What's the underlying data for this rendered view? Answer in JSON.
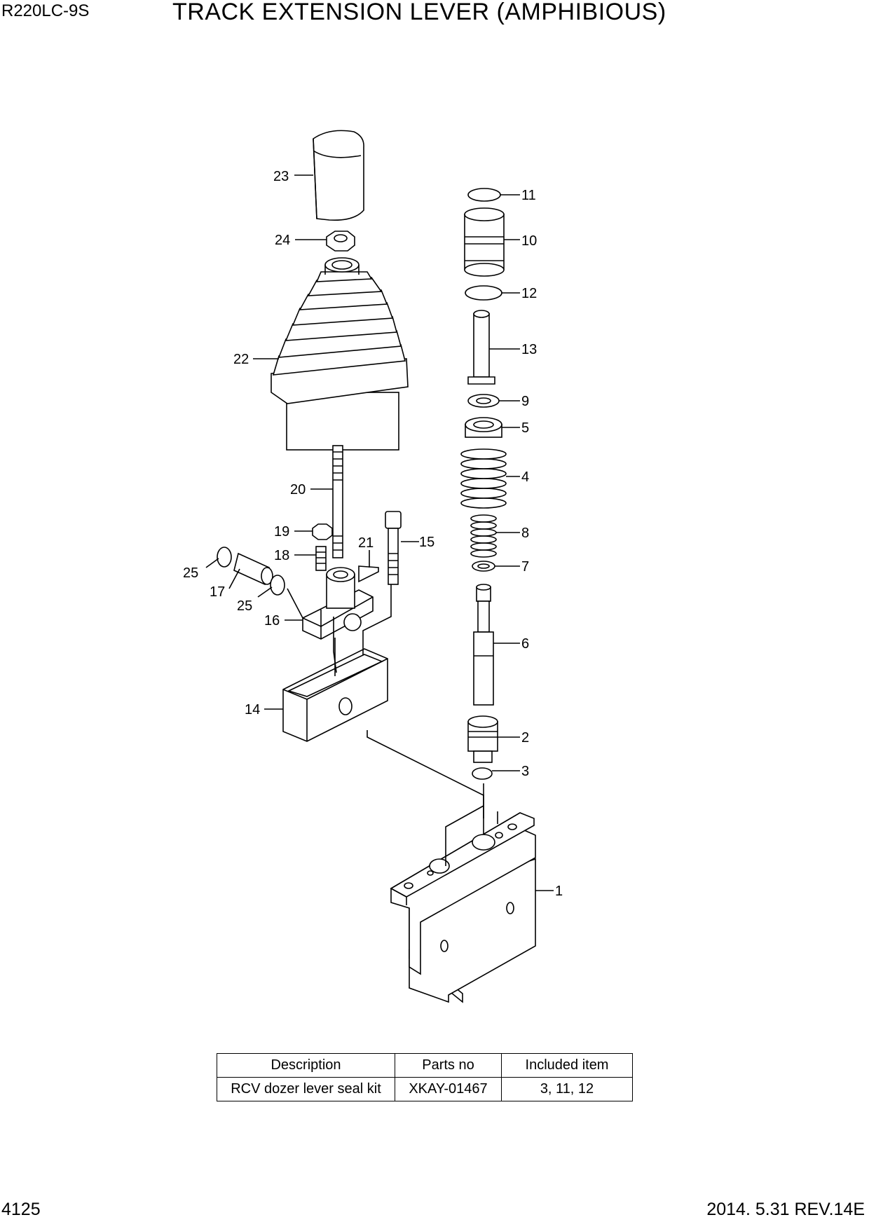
{
  "header": {
    "model": "R220LC-9S",
    "title": "TRACK EXTENSION LEVER (AMPHIBIOUS)"
  },
  "callouts": [
    "23",
    "24",
    "22",
    "20",
    "19",
    "18",
    "21",
    "15",
    "25",
    "17",
    "25",
    "16",
    "14",
    "11",
    "10",
    "12",
    "13",
    "9",
    "5",
    "4",
    "8",
    "7",
    "6",
    "2",
    "3",
    "1"
  ],
  "kit_table": {
    "headers": [
      "Description",
      "Parts no",
      "Included item"
    ],
    "rows": [
      [
        "RCV dozer lever seal kit",
        "XKAY-01467",
        "3, 11, 12"
      ]
    ]
  },
  "footer": {
    "page_number": "4125",
    "revision": "2014. 5.31  REV.14E"
  }
}
